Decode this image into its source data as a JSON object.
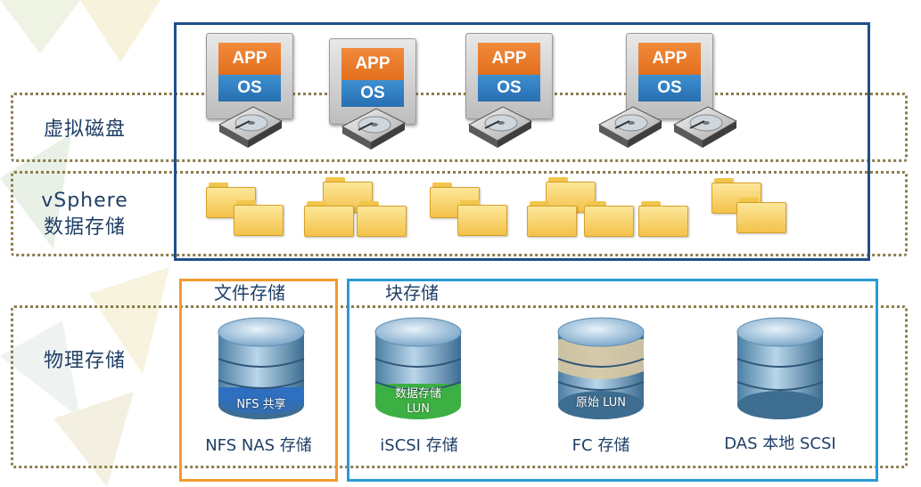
{
  "rows": {
    "virtual_disk": "虚拟磁盘",
    "vsphere_line1": "vSphere",
    "vsphere_line2": "数据存储",
    "physical": "物理存储"
  },
  "groups": {
    "file_storage": "文件存储",
    "block_storage": "块存储"
  },
  "vm": {
    "app": "APP",
    "os": "OS"
  },
  "storage": [
    {
      "disk_text": [
        "NFS 共享"
      ],
      "label": "NFS NAS 存储",
      "band_color": "#2f6fc0"
    },
    {
      "disk_text": [
        "数据存储",
        "LUN"
      ],
      "label": "iSCSI 存储",
      "band_color": "#3cb043"
    },
    {
      "disk_text": [
        "原始 LUN"
      ],
      "label": "FC 存储",
      "band_color": "#d8c9a3"
    },
    {
      "disk_text": [],
      "label": "DAS 本地 SCSI",
      "band_color": "#8fb6d8"
    }
  ],
  "colors": {
    "row_border": "#8a7d4a",
    "vm_frame": "#1f4e8c",
    "file_frame": "#f29a2e",
    "block_frame": "#2a9ad6",
    "label_text": "#1f3f66"
  }
}
